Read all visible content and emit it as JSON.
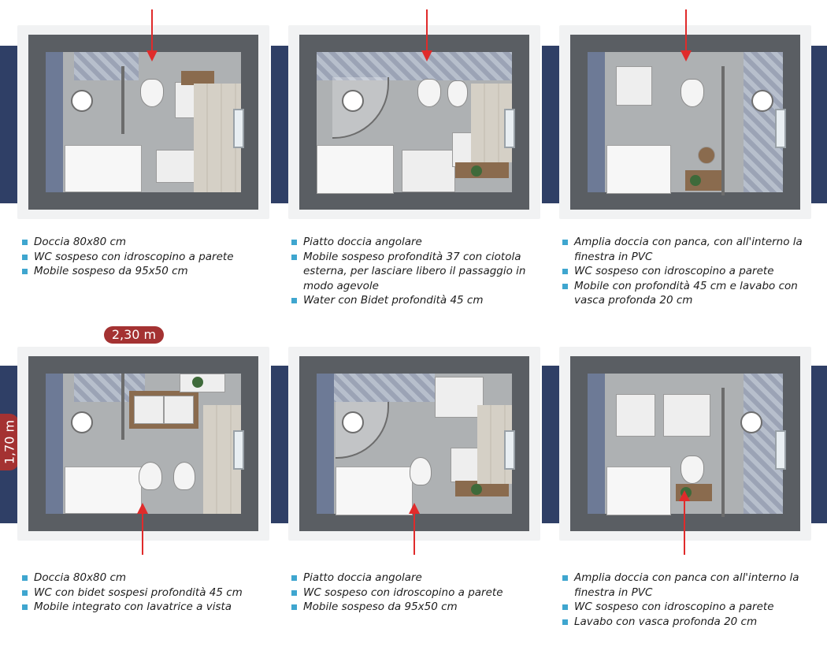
{
  "dimensions": {
    "width_label": "2,30 m",
    "height_label": "1,70 m"
  },
  "layouts": [
    {
      "bullets": [
        "Doccia 80x80 cm",
        "WC sospeso con idroscopino a parete",
        "Mobile sospeso da 95x50 cm"
      ]
    },
    {
      "bullets": [
        "Piatto doccia angolare",
        "Mobile sospeso profondità 37 con ciotola esterna, per lasciare libero il passaggio in modo agevole",
        "Water con Bidet profondità 45 cm"
      ]
    },
    {
      "bullets": [
        "Amplia doccia con panca, con all'interno la finestra in PVC",
        "WC sospeso con idroscopino a parete",
        "Mobile con profondità 45 cm e lavabo con vasca profonda 20 cm"
      ]
    },
    {
      "bullets": [
        "Doccia 80x80 cm",
        "WC con bidet sospesi profondità 45 cm",
        "Mobile integrato con lavatrice a vista"
      ]
    },
    {
      "bullets": [
        "Piatto doccia angolare",
        "WC sospeso con idroscopino a parete",
        "Mobile sospeso da 95x50 cm"
      ]
    },
    {
      "bullets": [
        "Amplia doccia con panca con all'interno la finestra in PVC",
        "WC sospeso con idroscopino a parete",
        "Lavabo con vasca profonda 20 cm"
      ]
    }
  ],
  "colors": {
    "side_band": "#2f3f66",
    "arrow": "#e02b2b",
    "bullet": "#3fa6cf",
    "dimension_pill": "#a43232"
  }
}
